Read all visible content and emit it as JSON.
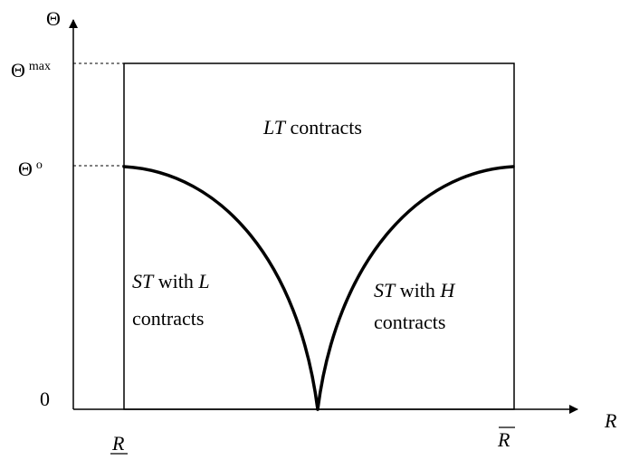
{
  "axes": {
    "y_label": "Θ",
    "x_label": "R",
    "origin_label": "0",
    "y_ticks": {
      "theta_max": {
        "base": "Θ",
        "sup": "max"
      },
      "theta_o": {
        "base": "Θ",
        "sup": "o"
      }
    },
    "x_ticks": {
      "r_low": "R",
      "r_high": "R"
    }
  },
  "regions": {
    "lt": {
      "italic": "LT",
      "text": " contracts"
    },
    "st_l": {
      "italic1": "ST",
      "mid": " with ",
      "italic2": "L",
      "line2": "contracts"
    },
    "st_h": {
      "italic1": "ST",
      "mid": " with ",
      "italic2": "H",
      "line2": "contracts"
    }
  },
  "colors": {
    "ink": "#000000",
    "background": "#ffffff"
  }
}
